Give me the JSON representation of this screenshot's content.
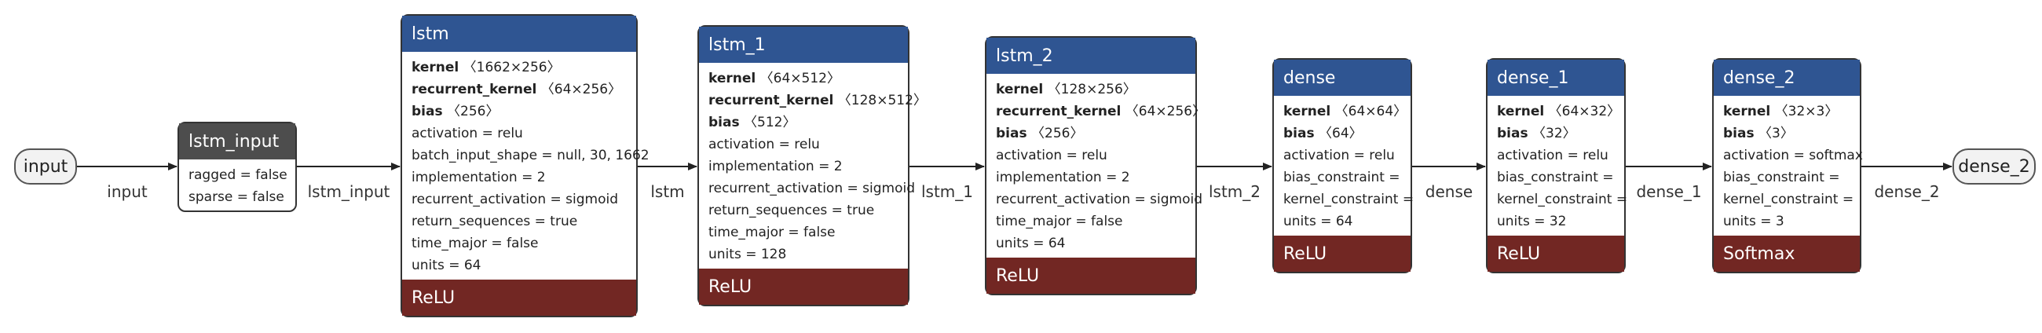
{
  "input_node": {
    "label": "input"
  },
  "output_node": {
    "label": "dense_2"
  },
  "edges": [
    "input",
    "lstm_input",
    "lstm",
    "lstm_1",
    "lstm_2",
    "dense",
    "dense_1",
    "dense_2"
  ],
  "nodes": [
    {
      "title": "lstm_input",
      "kind": "input",
      "attrs": [
        [
          "",
          "ragged = false"
        ],
        [
          "",
          "sparse = false"
        ]
      ],
      "footer": ""
    },
    {
      "title": "lstm",
      "kind": "layer",
      "attrs": [
        [
          "kernel",
          "〈1662×256〉"
        ],
        [
          "recurrent_kernel",
          "〈64×256〉"
        ],
        [
          "bias",
          "〈256〉"
        ],
        [
          "",
          "activation = relu"
        ],
        [
          "",
          "batch_input_shape = null, 30, 1662"
        ],
        [
          "",
          "implementation = 2"
        ],
        [
          "",
          "recurrent_activation = sigmoid"
        ],
        [
          "",
          "return_sequences = true"
        ],
        [
          "",
          "time_major = false"
        ],
        [
          "",
          "units = 64"
        ]
      ],
      "footer": "ReLU"
    },
    {
      "title": "lstm_1",
      "kind": "layer",
      "attrs": [
        [
          "kernel",
          "〈64×512〉"
        ],
        [
          "recurrent_kernel",
          "〈128×512〉"
        ],
        [
          "bias",
          "〈512〉"
        ],
        [
          "",
          "activation = relu"
        ],
        [
          "",
          "implementation = 2"
        ],
        [
          "",
          "recurrent_activation = sigmoid"
        ],
        [
          "",
          "return_sequences = true"
        ],
        [
          "",
          "time_major = false"
        ],
        [
          "",
          "units = 128"
        ]
      ],
      "footer": "ReLU"
    },
    {
      "title": "lstm_2",
      "kind": "layer",
      "attrs": [
        [
          "kernel",
          "〈128×256〉"
        ],
        [
          "recurrent_kernel",
          "〈64×256〉"
        ],
        [
          "bias",
          "〈256〉"
        ],
        [
          "",
          "activation = relu"
        ],
        [
          "",
          "implementation = 2"
        ],
        [
          "",
          "recurrent_activation = sigmoid"
        ],
        [
          "",
          "time_major = false"
        ],
        [
          "",
          "units = 64"
        ]
      ],
      "footer": "ReLU"
    },
    {
      "title": "dense",
      "kind": "layer",
      "attrs": [
        [
          "kernel",
          "〈64×64〉"
        ],
        [
          "bias",
          "〈64〉"
        ],
        [
          "",
          "activation = relu"
        ],
        [
          "",
          "bias_constraint ="
        ],
        [
          "",
          "kernel_constraint ="
        ],
        [
          "",
          "units = 64"
        ]
      ],
      "footer": "ReLU"
    },
    {
      "title": "dense_1",
      "kind": "layer",
      "attrs": [
        [
          "kernel",
          "〈64×32〉"
        ],
        [
          "bias",
          "〈32〉"
        ],
        [
          "",
          "activation = relu"
        ],
        [
          "",
          "bias_constraint ="
        ],
        [
          "",
          "kernel_constraint ="
        ],
        [
          "",
          "units = 32"
        ]
      ],
      "footer": "ReLU"
    },
    {
      "title": "dense_2",
      "kind": "layer",
      "attrs": [
        [
          "kernel",
          "〈32×3〉"
        ],
        [
          "bias",
          "〈3〉"
        ],
        [
          "",
          "activation = softmax"
        ],
        [
          "",
          "bias_constraint ="
        ],
        [
          "",
          "kernel_constraint ="
        ],
        [
          "",
          "units = 3"
        ]
      ],
      "footer": "Softmax"
    }
  ],
  "colors": {
    "header": "#2f5592",
    "input_header": "#4d4d4d",
    "footer": "#722723",
    "edge": "#222222"
  }
}
